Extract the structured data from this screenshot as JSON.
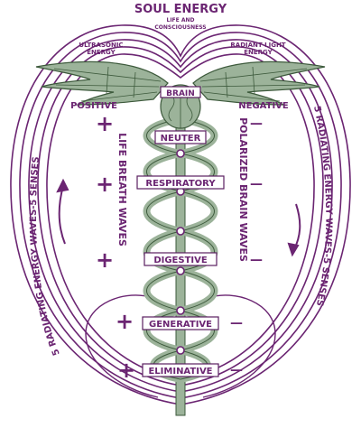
{
  "title": "SOUL ENERGY",
  "subtitle_line1": "LIFE AND",
  "subtitle_line2": "CONSCIOUSNESS",
  "left_wing_line1": "ULTRASONIC",
  "left_wing_line2": "ENERGY",
  "right_wing_line1": "RADIANT LIGHT",
  "right_wing_line2": "ENERGY",
  "positive": "POSITIVE",
  "negative": "NEGATIVE",
  "centers": [
    "BRAIN",
    "NEUTER",
    "RESPIRATORY",
    "DIGESTIVE",
    "GENERATIVE",
    "ELIMINATIVE"
  ],
  "plus": "+",
  "minus": "—",
  "left_outer": "5 RADIATING ENERGY WAVES-5 SENSES",
  "right_outer": "5 RADIATING ENERGY WAVES-5 SENSES",
  "left_inner": "LIFE BREATH WAVES",
  "right_inner": "POLARIZED BRAIN WAVES",
  "colors": {
    "purple": "#6b2572",
    "green": "#9cb39a",
    "bg": "#ffffff"
  }
}
